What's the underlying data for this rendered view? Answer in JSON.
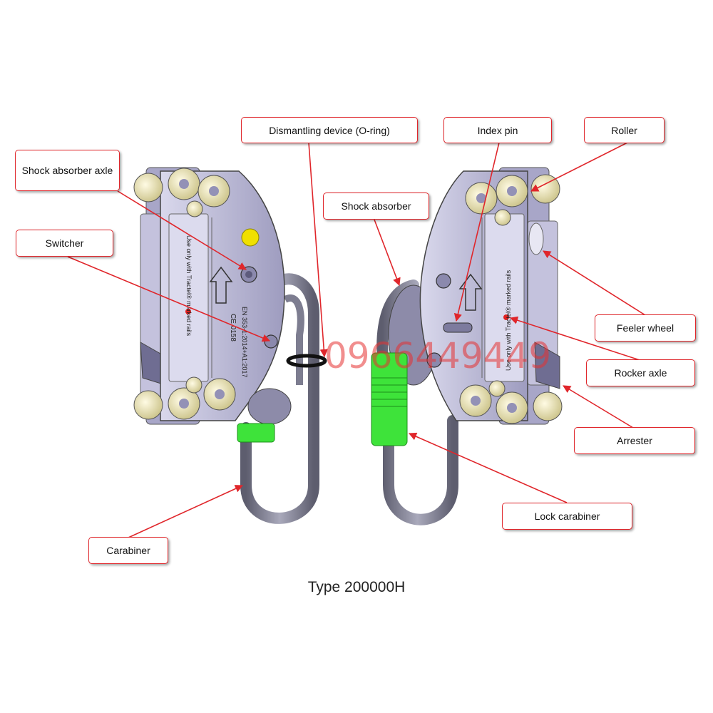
{
  "labels": {
    "dismantling_device": "Dismantling device (O-ring)",
    "index_pin": "Index pin",
    "roller": "Roller",
    "shock_absorber_axle": "Shock absorber axle",
    "shock_absorber": "Shock absorber",
    "switcher": "Switcher",
    "feeler_wheel": "Feeler wheel",
    "rocker_axle": "Rocker axle",
    "arrester": "Arrester",
    "lock_carabiner": "Lock carabiner",
    "carabiner": "Carabiner"
  },
  "device_text": {
    "left_marking_1": "Use only with Tractel® marked rails",
    "left_marking_2": "EN 353-1:2014+A1:2017",
    "left_marking_3": "CE 0158",
    "right_marking": "Use only with Tractel® marked rails"
  },
  "caption": "Type 200000H",
  "watermark": "0966449449",
  "colors": {
    "label_border": "#e0262b",
    "pointer_arrow": "#e0262b",
    "body_metal": "#b9b7d3",
    "roller_cream": "#f1ecc4",
    "lock_green": "#3ee33a",
    "carabiner_steel": "#7c7c8e",
    "indicator_yellow": "#f0e000"
  }
}
